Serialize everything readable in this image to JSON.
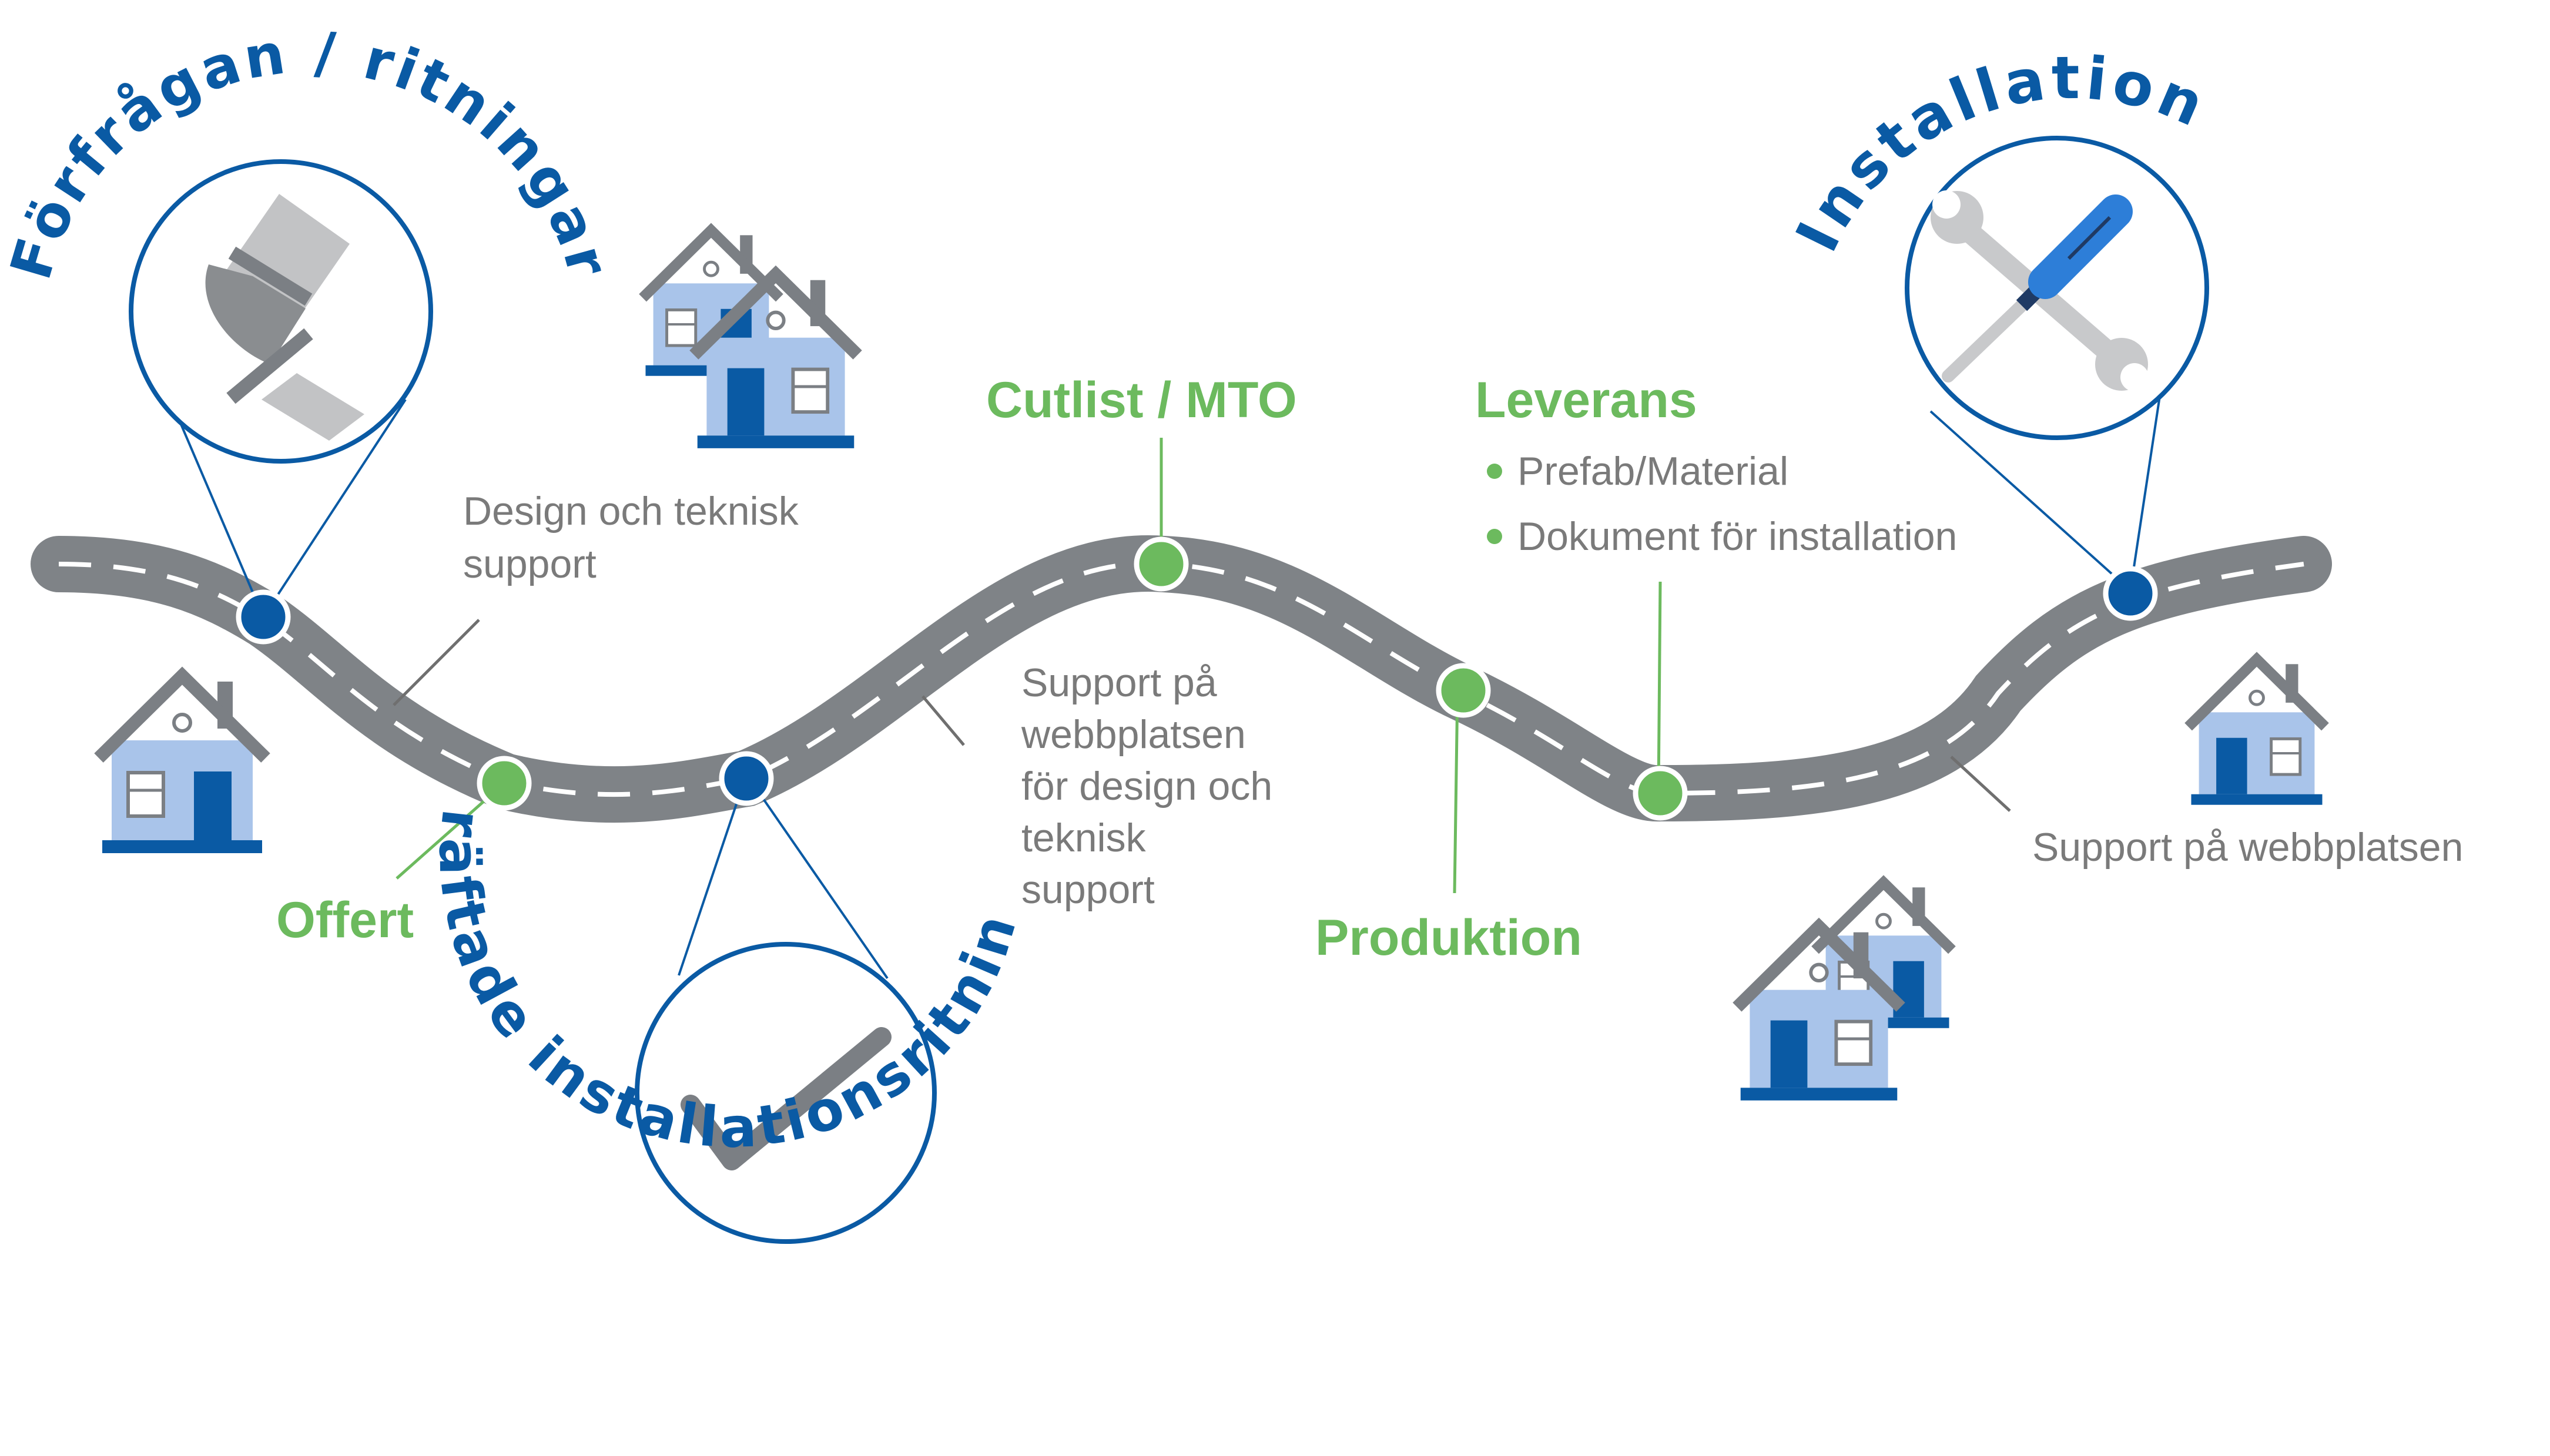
{
  "colors": {
    "road": "#7f8387",
    "road_dash": "#ffffff",
    "brand_blue": "#0a5aa4",
    "milestone_green": "#6cba5e",
    "gray_text": "#7a7a7a",
    "leader_gray": "#6f6f6f",
    "house_fill": "#a9c4ea",
    "house_roof": "#7b7f84",
    "house_base": "#0a5aa4"
  },
  "arc_labels": {
    "request": "Förfrågan / ritningar",
    "confirmed": "Bekräftade installationsritningar",
    "installation": "Installation"
  },
  "milestones": {
    "offert": "Offert",
    "cutlist": "Cutlist / MTO",
    "produktion": "Produktion",
    "leverans": "Leverans"
  },
  "leverans_items": [
    "Prefab/Material",
    "Dokument för installation"
  ],
  "notes": {
    "design_support": [
      "Design och teknisk",
      "support"
    ],
    "onsite_support": [
      "Support på",
      "webbplatsen",
      "för design och",
      "teknisk",
      "support"
    ],
    "web_support": "Support på webbplatsen"
  },
  "icons": {
    "request": "pipe-elbow-icon",
    "confirmed": "checkmark-icon",
    "installation": "wrench-screwdriver-icon",
    "house": "house-icon"
  }
}
